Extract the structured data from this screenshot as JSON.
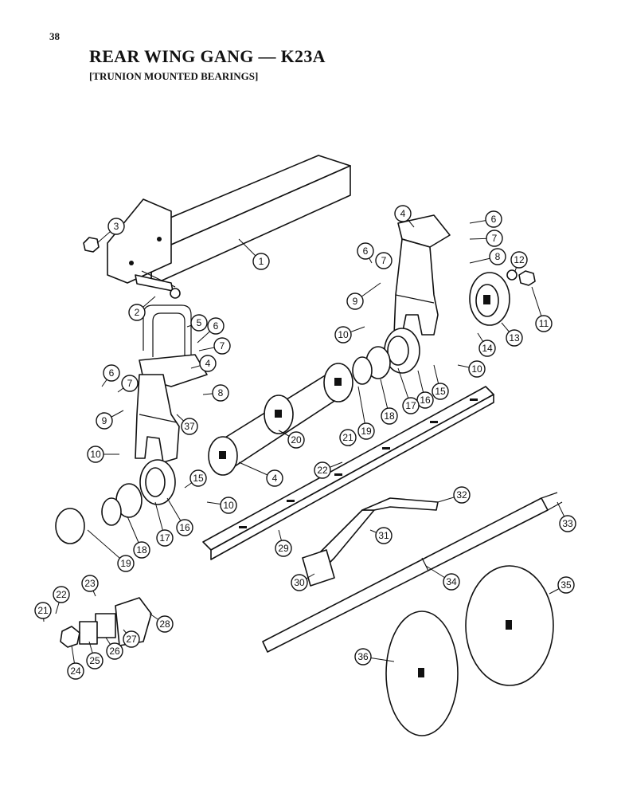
{
  "page": {
    "number": "38"
  },
  "header": {
    "title": "REAR WING GANG — K23A",
    "subtitle": "[TRUNION MOUNTED BEARINGS]"
  },
  "callouts": [
    "1",
    "2",
    "3",
    "4",
    "5",
    "6",
    "7",
    "8",
    "9",
    "10",
    "11",
    "12",
    "13",
    "14",
    "15",
    "16",
    "17",
    "18",
    "19",
    "20",
    "21",
    "22",
    "23",
    "24",
    "25",
    "26",
    "27",
    "28",
    "29",
    "30",
    "31",
    "32",
    "33",
    "34",
    "35",
    "36",
    "37"
  ]
}
